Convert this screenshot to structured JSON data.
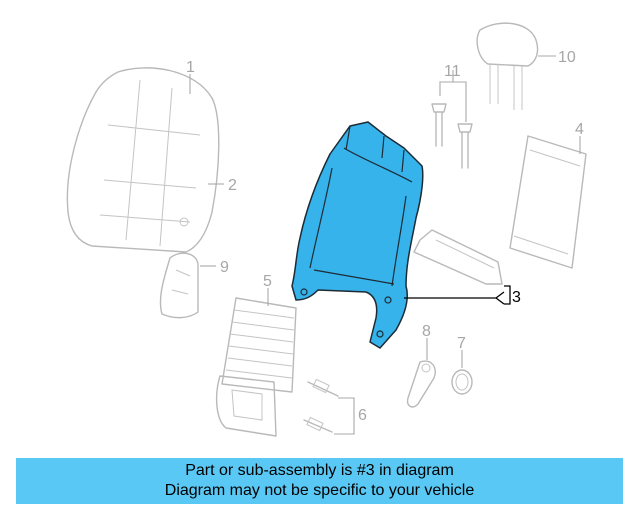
{
  "callouts": {
    "c1": "1",
    "c2": "2",
    "c3": "3",
    "c4": "4",
    "c5": "5",
    "c6": "6",
    "c7": "7",
    "c8": "8",
    "c9": "9",
    "c10": "10",
    "c11": "11"
  },
  "highlight_color": "#36b3ea",
  "banner": {
    "line1": "Part or sub-assembly is #3 in diagram",
    "line2": "Diagram may not be specific to your vehicle",
    "background": "#5ac8f4"
  }
}
